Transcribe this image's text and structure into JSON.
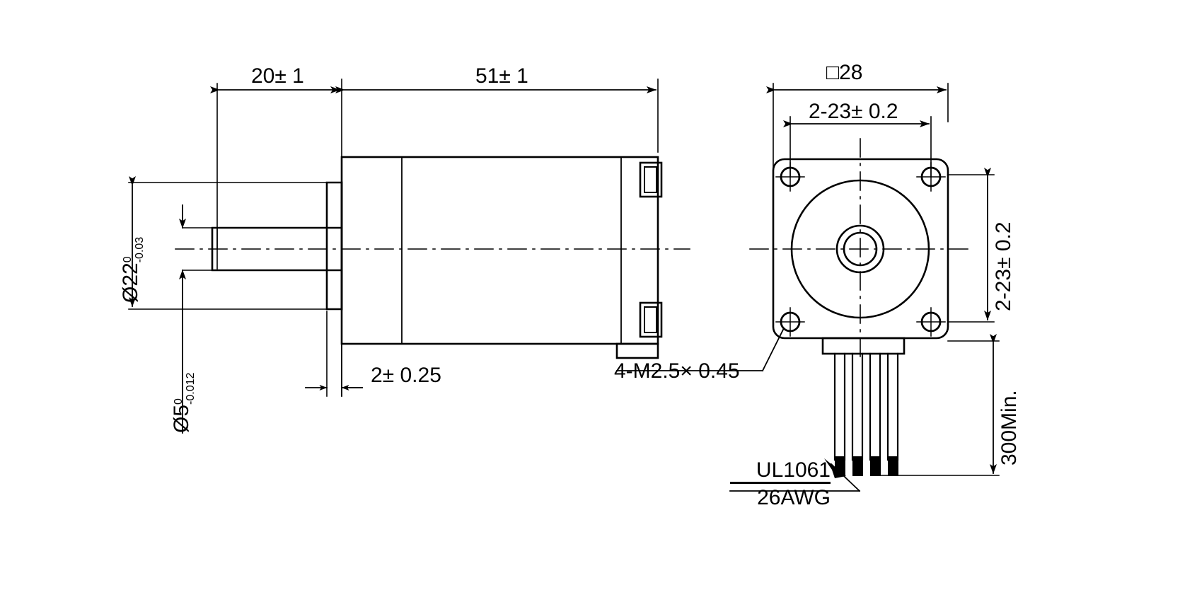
{
  "drawing": {
    "title": "Stepper motor outline dimension drawing",
    "units": "mm",
    "line_color": "#000000",
    "background": "#ffffff"
  },
  "side_view": {
    "name": "side-view",
    "dimensions": {
      "shaft_length": "20± 1",
      "body_length": "51± 1",
      "flange_thickness": "2± 0.25",
      "flange_diameter_value": "Ø22",
      "flange_diameter_tol_upper": "0",
      "flange_diameter_tol_lower": "-0.03",
      "shaft_diameter_value": "Ø5",
      "shaft_diameter_tol_upper": "0",
      "shaft_diameter_tol_lower": "-0.012"
    }
  },
  "front_view": {
    "name": "front-view",
    "dimensions": {
      "body_square": "□28",
      "mounting_pitch_horizontal": "2-23± 0.2",
      "mounting_pitch_vertical": "2-23± 0.2",
      "lead_length": "300Min."
    },
    "callouts": {
      "mounting_holes": "4-M2.5× 0.45",
      "wire_spec_line1": "UL1061",
      "wire_spec_line2": "26AWG"
    }
  },
  "legend": {
    "square_symbol": "□",
    "diameter_symbol": "Ø",
    "plus_minus_symbol": "±"
  }
}
